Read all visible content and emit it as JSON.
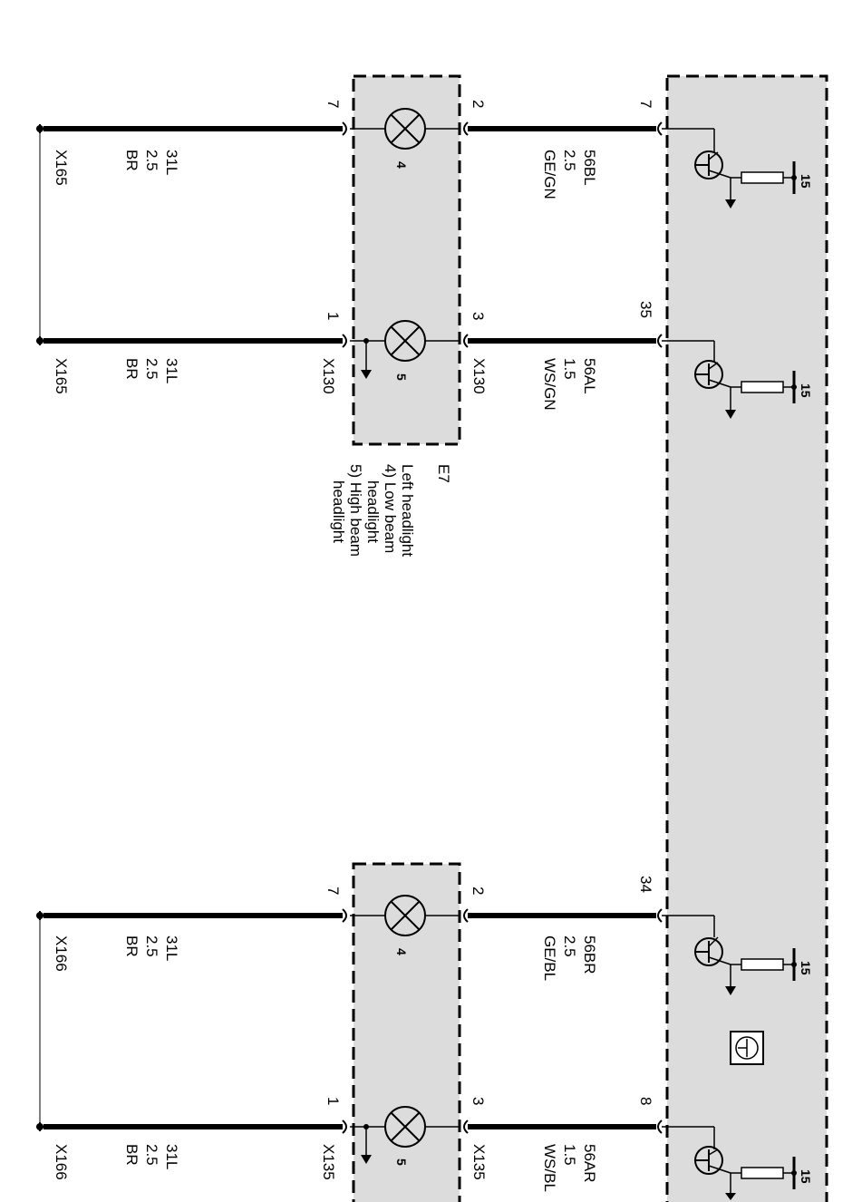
{
  "module": {
    "top_terminal": "15",
    "pins": [
      "7",
      "35",
      "34",
      "8"
    ]
  },
  "left_headlight": {
    "id": "E7",
    "title": "Left headlight",
    "low_beam_caption": "4) Low beam",
    "low_beam_caption_2": "headlight",
    "high_beam_caption": "5) High beam",
    "high_beam_caption_2": "headlight",
    "low_beam_lamp": "4",
    "high_beam_lamp": "5",
    "low_beam_pin_supply": "2",
    "low_beam_pin_ground": "7",
    "high_beam_pin_supply": "3",
    "high_beam_pin_ground": "1",
    "connector_supply": "X130",
    "connector_ground": "X130"
  },
  "right_headlight": {
    "low_beam_lamp": "4",
    "high_beam_lamp": "5",
    "low_beam_pin_supply": "2",
    "low_beam_pin_ground": "7",
    "high_beam_pin_supply": "3",
    "high_beam_pin_ground": "1",
    "connector_supply": "X135",
    "connector_ground": "X135"
  },
  "wires": {
    "w1": {
      "code": "56BL",
      "size": "2.5",
      "color": "GE/GN"
    },
    "w2": {
      "code": "56AL",
      "size": "1.5",
      "color": "WS/GN"
    },
    "w3": {
      "code": "56BR",
      "size": "2.5",
      "color": "GE/BL"
    },
    "w4": {
      "code": "56AR",
      "size": "1.5",
      "color": "WS/BL"
    },
    "g1": {
      "code": "31L",
      "size": "2.5",
      "color": "BR"
    },
    "g2": {
      "code": "31L",
      "size": "2.5",
      "color": "BR"
    },
    "g3": {
      "code": "31L",
      "size": "2.5",
      "color": "BR"
    },
    "g4": {
      "code": "31L",
      "size": "2.5",
      "color": "BR"
    }
  },
  "grounds": {
    "g1": "X165",
    "g2": "X165",
    "g3": "X166",
    "g4": "X166"
  }
}
